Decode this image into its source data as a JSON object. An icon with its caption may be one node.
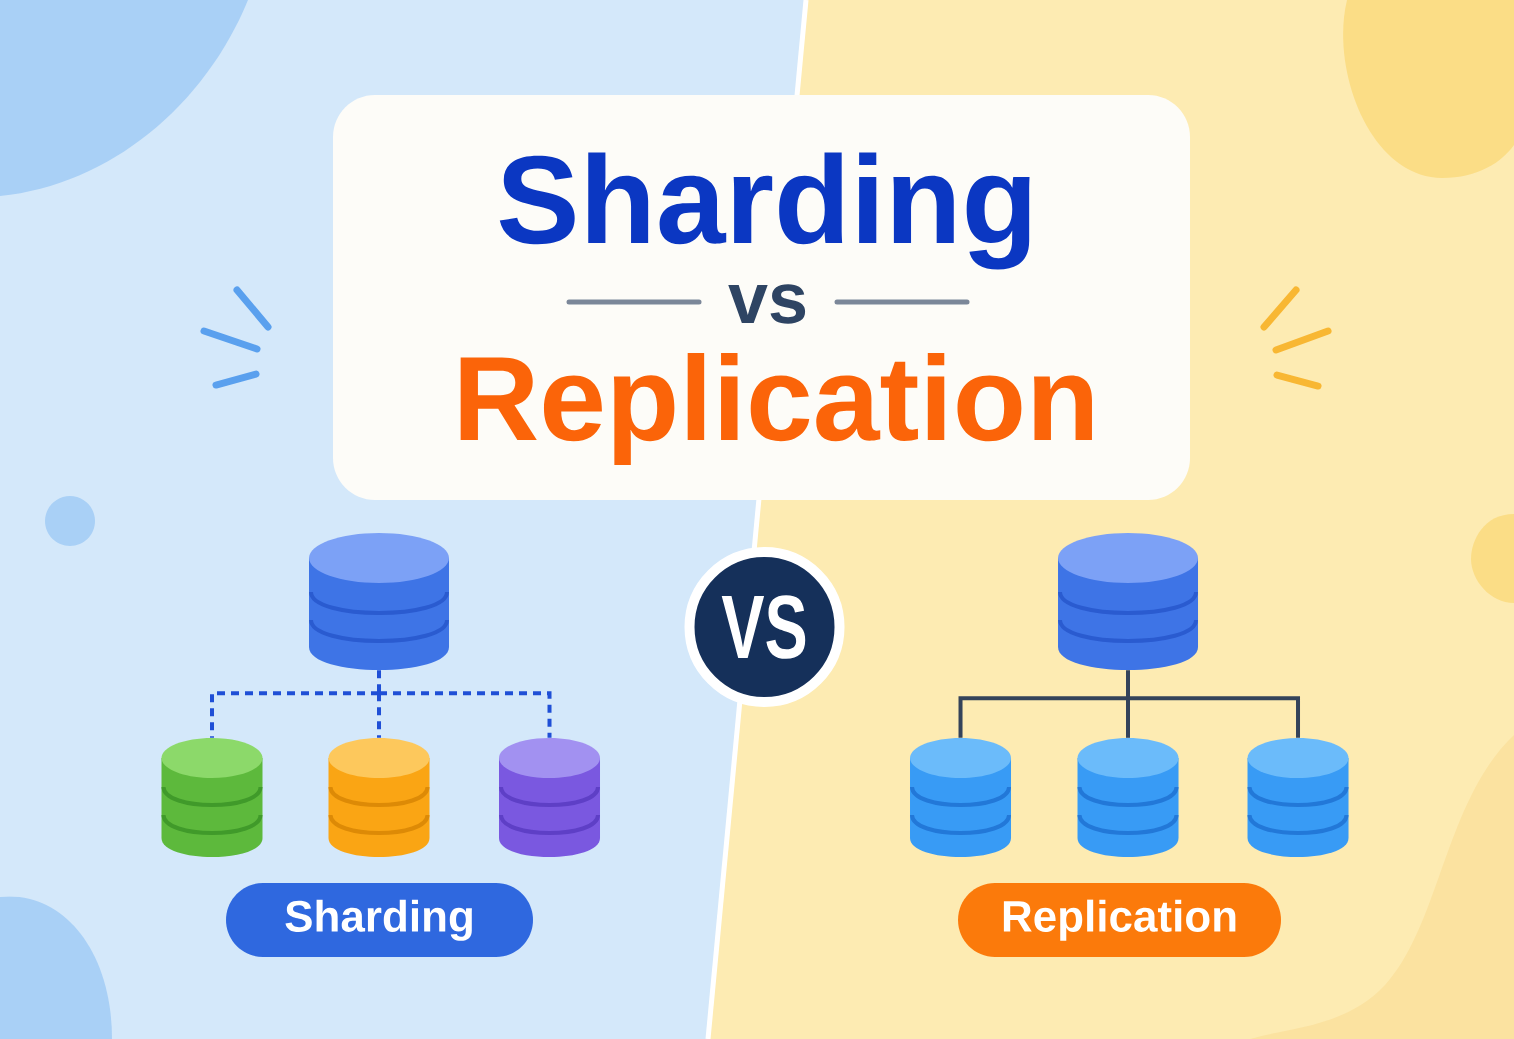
{
  "diagram": {
    "nodes": [
      {
        "text": [
          "Sharding",
          "vs",
          "Replication"
        ]
      },
      {
        "text": [],
        "shape": "cylinder"
      },
      {
        "text": [
          "VS"
        ]
      },
      {
        "text": [],
        "shape": "cylinder"
      },
      {
        "text": [],
        "shape": "cylinder"
      },
      {
        "text": [],
        "shape": "cylinder"
      },
      {
        "text": [],
        "shape": "cylinder"
      },
      {
        "text": [],
        "shape": "cylinder"
      },
      {
        "text": [],
        "shape": "cylinder"
      },
      {
        "text": [],
        "shape": "cylinder"
      },
      {
        "text": [
          "Sharding"
        ]
      },
      {
        "text": [
          "Replication"
        ]
      }
    ],
    "edges": [
      {
        "from": 1,
        "to": 4,
        "arrow": "none",
        "style": "dashed",
        "color": "#1f4fd6"
      },
      {
        "from": 1,
        "to": 5,
        "arrow": "none",
        "style": "dashed",
        "color": "#1f4fd6"
      },
      {
        "from": 1,
        "to": 6,
        "arrow": "none",
        "style": "dashed",
        "color": "#1f4fd6"
      },
      {
        "from": 3,
        "to": 7,
        "arrow": "none",
        "color": "#34435a"
      },
      {
        "from": 3,
        "to": 8,
        "arrow": "none",
        "color": "#34435a"
      },
      {
        "from": 3,
        "to": 9,
        "arrow": "none",
        "color": "#34435a"
      }
    ]
  }
}
